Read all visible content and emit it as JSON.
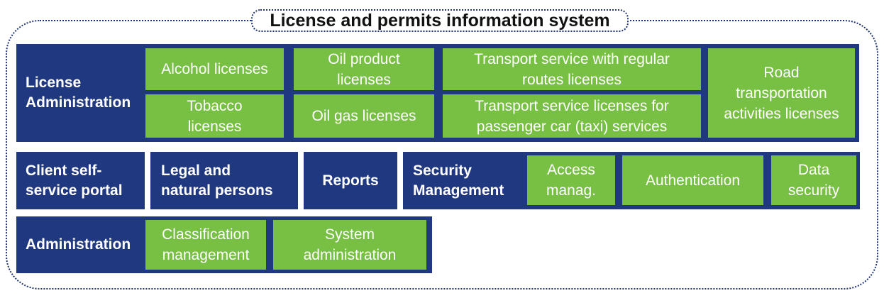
{
  "diagram": {
    "title": "License and permits information system",
    "license_admin": {
      "label": "License\nAdministration",
      "items": {
        "alcohol": "Alcohol licenses",
        "tobacco": "Tobacco\nlicenses",
        "oil_product": "Oil product\nlicenses",
        "oil_gas": "Oil gas licenses",
        "transport_regular": "Transport service with regular\nroutes licenses",
        "transport_taxi": "Transport service licenses for\npassenger car (taxi) services",
        "road_transport": "Road\ntransportation\nactivities licenses"
      }
    },
    "client_portal": "Client self-\nservice portal",
    "legal_natural": "Legal and\nnatural persons",
    "reports": "Reports",
    "security": {
      "label": "Security\nManagement",
      "items": {
        "access": "Access\nmanag.",
        "authentication": "Authentication",
        "data_security": "Data\nsecurity"
      }
    },
    "administration": {
      "label": "Administration",
      "items": {
        "classification": "Classification\nmanagement",
        "system_admin": "System\nadministration"
      }
    }
  },
  "colors": {
    "navy": "#1f3880",
    "green": "#77c043",
    "border": "#1f3472"
  }
}
